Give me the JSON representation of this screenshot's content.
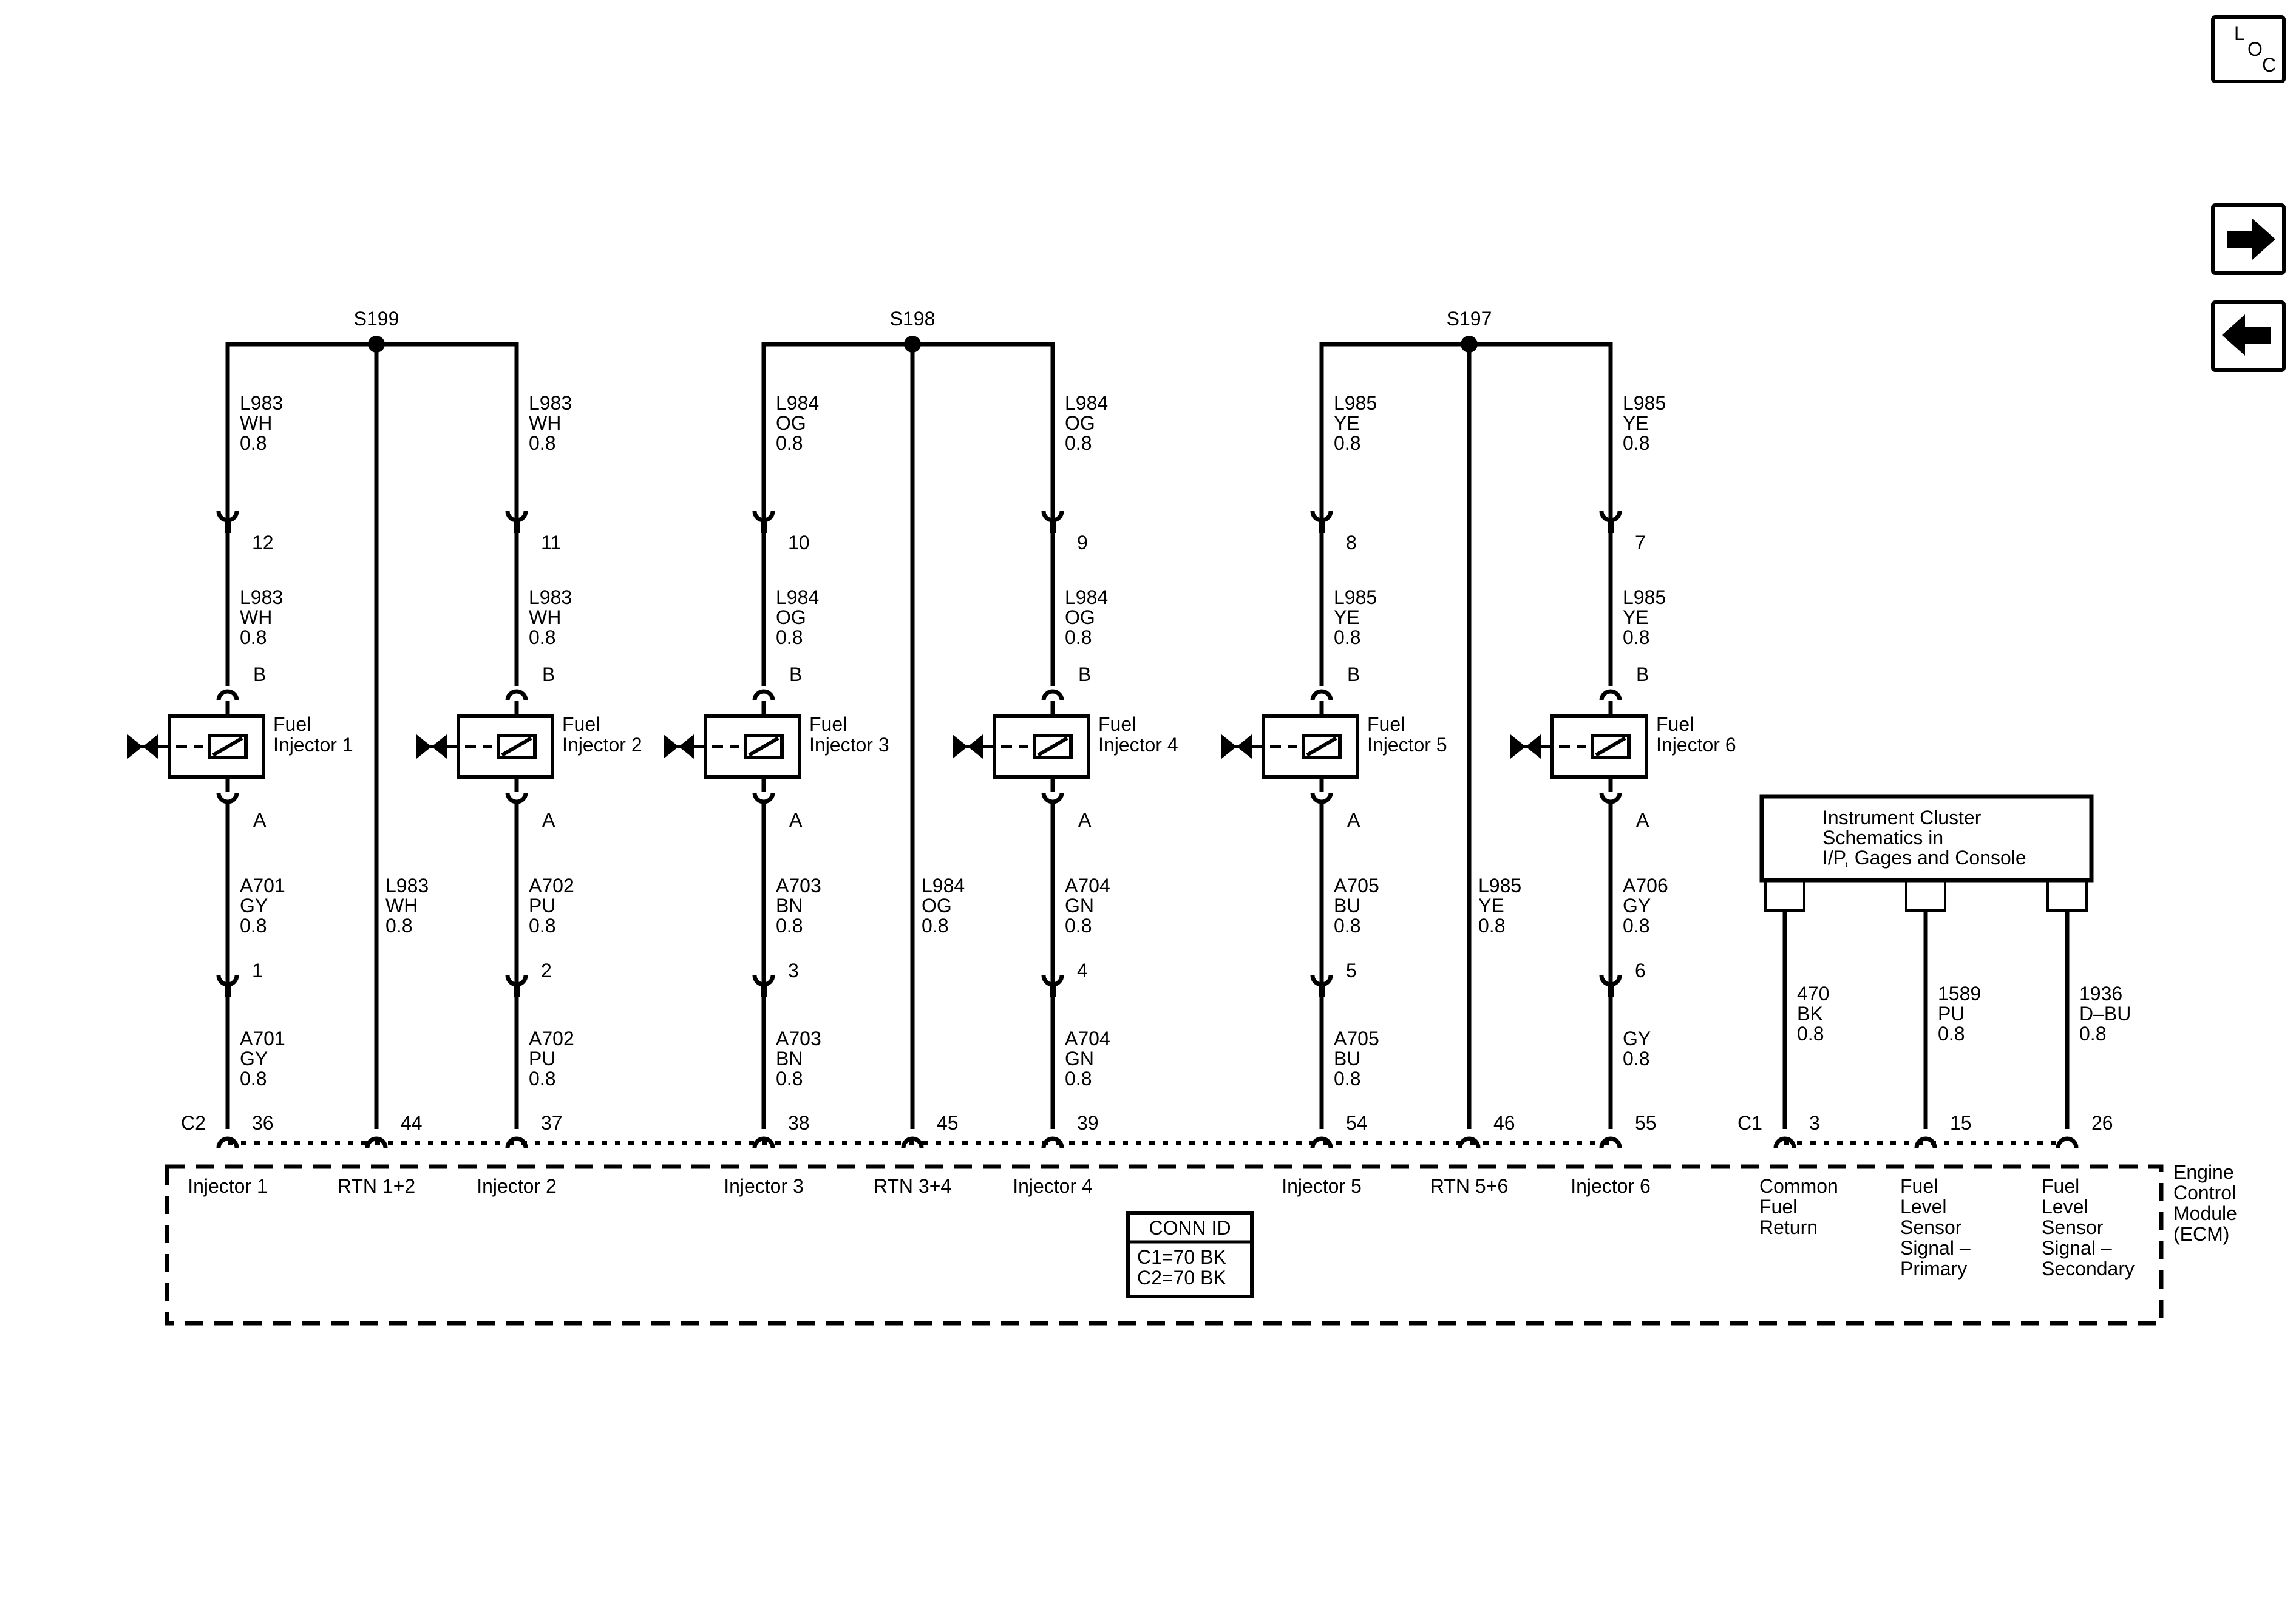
{
  "splices": [
    {
      "id": "S199",
      "wire": "L983",
      "color": "WH",
      "gauge": "0.8",
      "rtn": {
        "wire": "L983",
        "color": "WH",
        "gauge": "0.8",
        "pin": "44",
        "label": "RTN 1+2"
      }
    },
    {
      "id": "S198",
      "wire": "L984",
      "color": "OG",
      "gauge": "0.8",
      "rtn": {
        "wire": "L984",
        "color": "OG",
        "gauge": "0.8",
        "pin": "45",
        "label": "RTN 3+4"
      }
    },
    {
      "id": "S197",
      "wire": "L985",
      "color": "YE",
      "gauge": "0.8",
      "rtn": {
        "wire": "L985",
        "color": "YE",
        "gauge": "0.8",
        "pin": "46",
        "label": "RTN 5+6"
      }
    }
  ],
  "injectors": [
    {
      "name": "Fuel Injector 1",
      "line1": "Fuel",
      "line2": "Injector 1",
      "inline_pin": "12",
      "term_b": "B",
      "term_a": "A",
      "supply": {
        "wire": "L983",
        "color": "WH",
        "gauge": "0.8"
      },
      "signal_upper": {
        "wire": "A701",
        "color": "GY",
        "gauge": "0.8"
      },
      "signal_pin": "1",
      "signal_lower": {
        "wire": "A701",
        "color": "GY",
        "gauge": "0.8"
      },
      "ecm_pin": "36",
      "ecm_label": "Injector 1"
    },
    {
      "name": "Fuel Injector 2",
      "line1": "Fuel",
      "line2": "Injector 2",
      "inline_pin": "11",
      "term_b": "B",
      "term_a": "A",
      "supply": {
        "wire": "L983",
        "color": "WH",
        "gauge": "0.8"
      },
      "signal_upper": {
        "wire": "A702",
        "color": "PU",
        "gauge": "0.8"
      },
      "signal_pin": "2",
      "signal_lower": {
        "wire": "A702",
        "color": "PU",
        "gauge": "0.8"
      },
      "ecm_pin": "37",
      "ecm_label": "Injector 2"
    },
    {
      "name": "Fuel Injector 3",
      "line1": "Fuel",
      "line2": "Injector 3",
      "inline_pin": "10",
      "term_b": "B",
      "term_a": "A",
      "supply": {
        "wire": "L984",
        "color": "OG",
        "gauge": "0.8"
      },
      "signal_upper": {
        "wire": "A703",
        "color": "BN",
        "gauge": "0.8"
      },
      "signal_pin": "3",
      "signal_lower": {
        "wire": "A703",
        "color": "BN",
        "gauge": "0.8"
      },
      "ecm_pin": "38",
      "ecm_label": "Injector 3"
    },
    {
      "name": "Fuel Injector 4",
      "line1": "Fuel",
      "line2": "Injector 4",
      "inline_pin": "9",
      "term_b": "B",
      "term_a": "A",
      "supply": {
        "wire": "L984",
        "color": "OG",
        "gauge": "0.8"
      },
      "signal_upper": {
        "wire": "A704",
        "color": "GN",
        "gauge": "0.8"
      },
      "signal_pin": "4",
      "signal_lower": {
        "wire": "A704",
        "color": "GN",
        "gauge": "0.8"
      },
      "ecm_pin": "39",
      "ecm_label": "Injector 4"
    },
    {
      "name": "Fuel Injector 5",
      "line1": "Fuel",
      "line2": "Injector 5",
      "inline_pin": "8",
      "term_b": "B",
      "term_a": "A",
      "supply": {
        "wire": "L985",
        "color": "YE",
        "gauge": "0.8"
      },
      "signal_upper": {
        "wire": "A705",
        "color": "BU",
        "gauge": "0.8"
      },
      "signal_pin": "5",
      "signal_lower": {
        "wire": "A705",
        "color": "BU",
        "gauge": "0.8"
      },
      "ecm_pin": "54",
      "ecm_label": "Injector 5"
    },
    {
      "name": "Fuel Injector 6",
      "line1": "Fuel",
      "line2": "Injector 6",
      "inline_pin": "7",
      "term_b": "B",
      "term_a": "A",
      "supply": {
        "wire": "L985",
        "color": "YE",
        "gauge": "0.8"
      },
      "signal_upper": {
        "wire": "A706",
        "color": "GY",
        "gauge": "0.8"
      },
      "signal_pin": "6",
      "signal_lower": {
        "wire": "",
        "color": "GY",
        "gauge": "0.8"
      },
      "ecm_pin": "55",
      "ecm_label": "Injector 6"
    }
  ],
  "instrument_cluster": {
    "line1": "Instrument Cluster",
    "line2": "Schematics in",
    "line3": "I/P, Gages and Console",
    "wires": [
      {
        "wire": "470",
        "color": "BK",
        "gauge": "0.8",
        "pin": "3",
        "label_lines": [
          "Common",
          "Fuel",
          "Return"
        ]
      },
      {
        "wire": "1589",
        "color": "PU",
        "gauge": "0.8",
        "pin": "15",
        "label_lines": [
          "Fuel",
          "Level",
          "Sensor",
          "Signal –",
          "Primary"
        ]
      },
      {
        "wire": "1936",
        "color": "D–BU",
        "gauge": "0.8",
        "pin": "26",
        "label_lines": [
          "Fuel",
          "Level",
          "Sensor",
          "Signal –",
          "Secondary"
        ]
      }
    ]
  },
  "connectors": {
    "c2": "C2",
    "c1": "C1"
  },
  "ecm": {
    "line1": "Engine",
    "line2": "Control",
    "line3": "Module",
    "line4": "(ECM)"
  },
  "conn_id": {
    "title": "CONN ID",
    "row1": "C1=70 BK",
    "row2": "C2=70 BK"
  },
  "nav": {
    "loc_l": "L",
    "loc_o": "O",
    "loc_c": "C",
    "next_icon": "right-arrow-icon",
    "prev_icon": "left-arrow-icon"
  }
}
